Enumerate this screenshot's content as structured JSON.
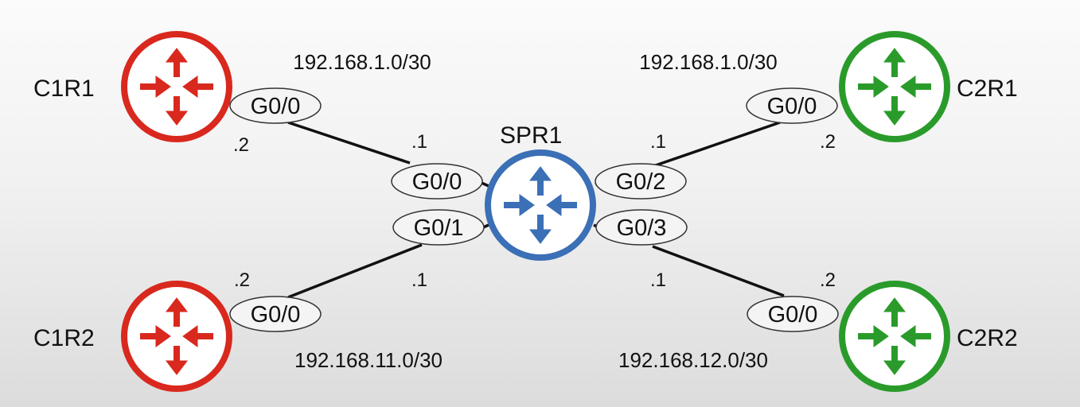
{
  "colors": {
    "customer1": "#d9281d",
    "customer2": "#2a9b2a",
    "provider": "#3b6fb6",
    "link": "#111111"
  },
  "routers": {
    "c1r1": {
      "name": "C1R1",
      "icon": "router-icon"
    },
    "c1r2": {
      "name": "C1R2",
      "icon": "router-icon"
    },
    "spr1": {
      "name": "SPR1",
      "icon": "router-icon"
    },
    "c2r1": {
      "name": "C2R1",
      "icon": "router-icon"
    },
    "c2r2": {
      "name": "C2R2",
      "icon": "router-icon"
    }
  },
  "interfaces": {
    "c1r1_g00": "G0/0",
    "c1r2_g00": "G0/0",
    "c2r1_g00": "G0/0",
    "c2r2_g00": "G0/0",
    "spr1_g00": "G0/0",
    "spr1_g01": "G0/1",
    "spr1_g02": "G0/2",
    "spr1_g03": "G0/3"
  },
  "links": [
    {
      "subnet": "192.168.1.0/30",
      "provider_host": ".1",
      "customer_host": ".2",
      "from": "SPR1 G0/0",
      "to": "C1R1 G0/0"
    },
    {
      "subnet": "192.168.11.0/30",
      "provider_host": ".1",
      "customer_host": ".2",
      "from": "SPR1 G0/1",
      "to": "C1R2 G0/0"
    },
    {
      "subnet": "192.168.1.0/30",
      "provider_host": ".1",
      "customer_host": ".2",
      "from": "SPR1 G0/2",
      "to": "C2R1 G0/0"
    },
    {
      "subnet": "192.168.12.0/30",
      "provider_host": ".1",
      "customer_host": ".2",
      "from": "SPR1 G0/3",
      "to": "C2R2 G0/0"
    }
  ]
}
